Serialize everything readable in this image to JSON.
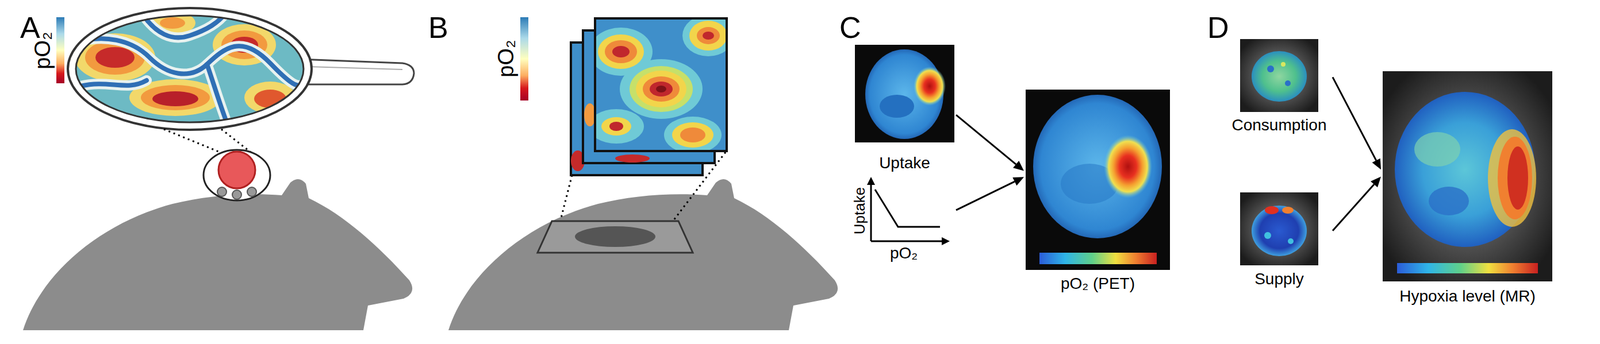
{
  "diagram": {
    "nodes": [
      {
        "text": [
          "Uptake"
        ]
      },
      {
        "text": [
          "Uptake",
          "pO₂"
        ]
      },
      {
        "text": [
          "pO₂ (PET)"
        ]
      },
      {
        "text": [
          "Consumption"
        ]
      },
      {
        "text": [
          "Supply"
        ]
      },
      {
        "text": [
          "Hypoxia level (MR)"
        ]
      }
    ],
    "edges": [
      {
        "from": 0,
        "to": 2,
        "arrow": "to"
      },
      {
        "from": 1,
        "to": 2,
        "arrow": "to"
      },
      {
        "from": 3,
        "to": 5,
        "arrow": "to"
      },
      {
        "from": 4,
        "to": 5,
        "arrow": "to"
      }
    ],
    "labels": [
      "A",
      "pO₂",
      "B",
      "pO₂",
      "C",
      "D"
    ]
  }
}
